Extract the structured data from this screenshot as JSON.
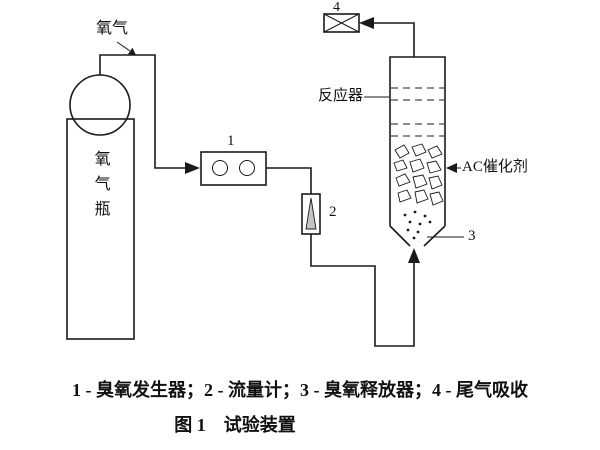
{
  "labels": {
    "oxygen": "氧气",
    "cylinder": "氧气瓶",
    "reactor": "反应器",
    "catalyst": "AC催化剂",
    "generator_num": "1",
    "flowmeter_num": "2",
    "releaser_num": "3",
    "absorber_num": "4"
  },
  "caption": {
    "legend": "1 - 臭氧发生器；2 - 流量计；3 - 臭氧释放器；4 - 尾气吸收",
    "figure": "图 1　试验装置"
  },
  "colors": {
    "line": "#1a1a1a",
    "bg": "#ffffff"
  }
}
